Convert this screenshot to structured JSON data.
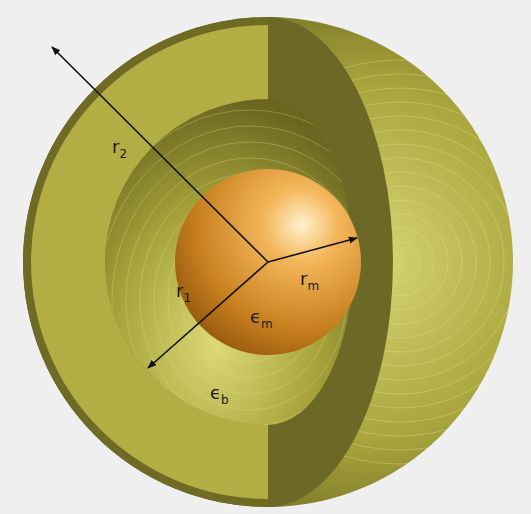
{
  "diagram": {
    "labels": [
      "r2",
      "rm",
      "ϵm",
      "r1",
      "ϵb"
    ]
  }
}
